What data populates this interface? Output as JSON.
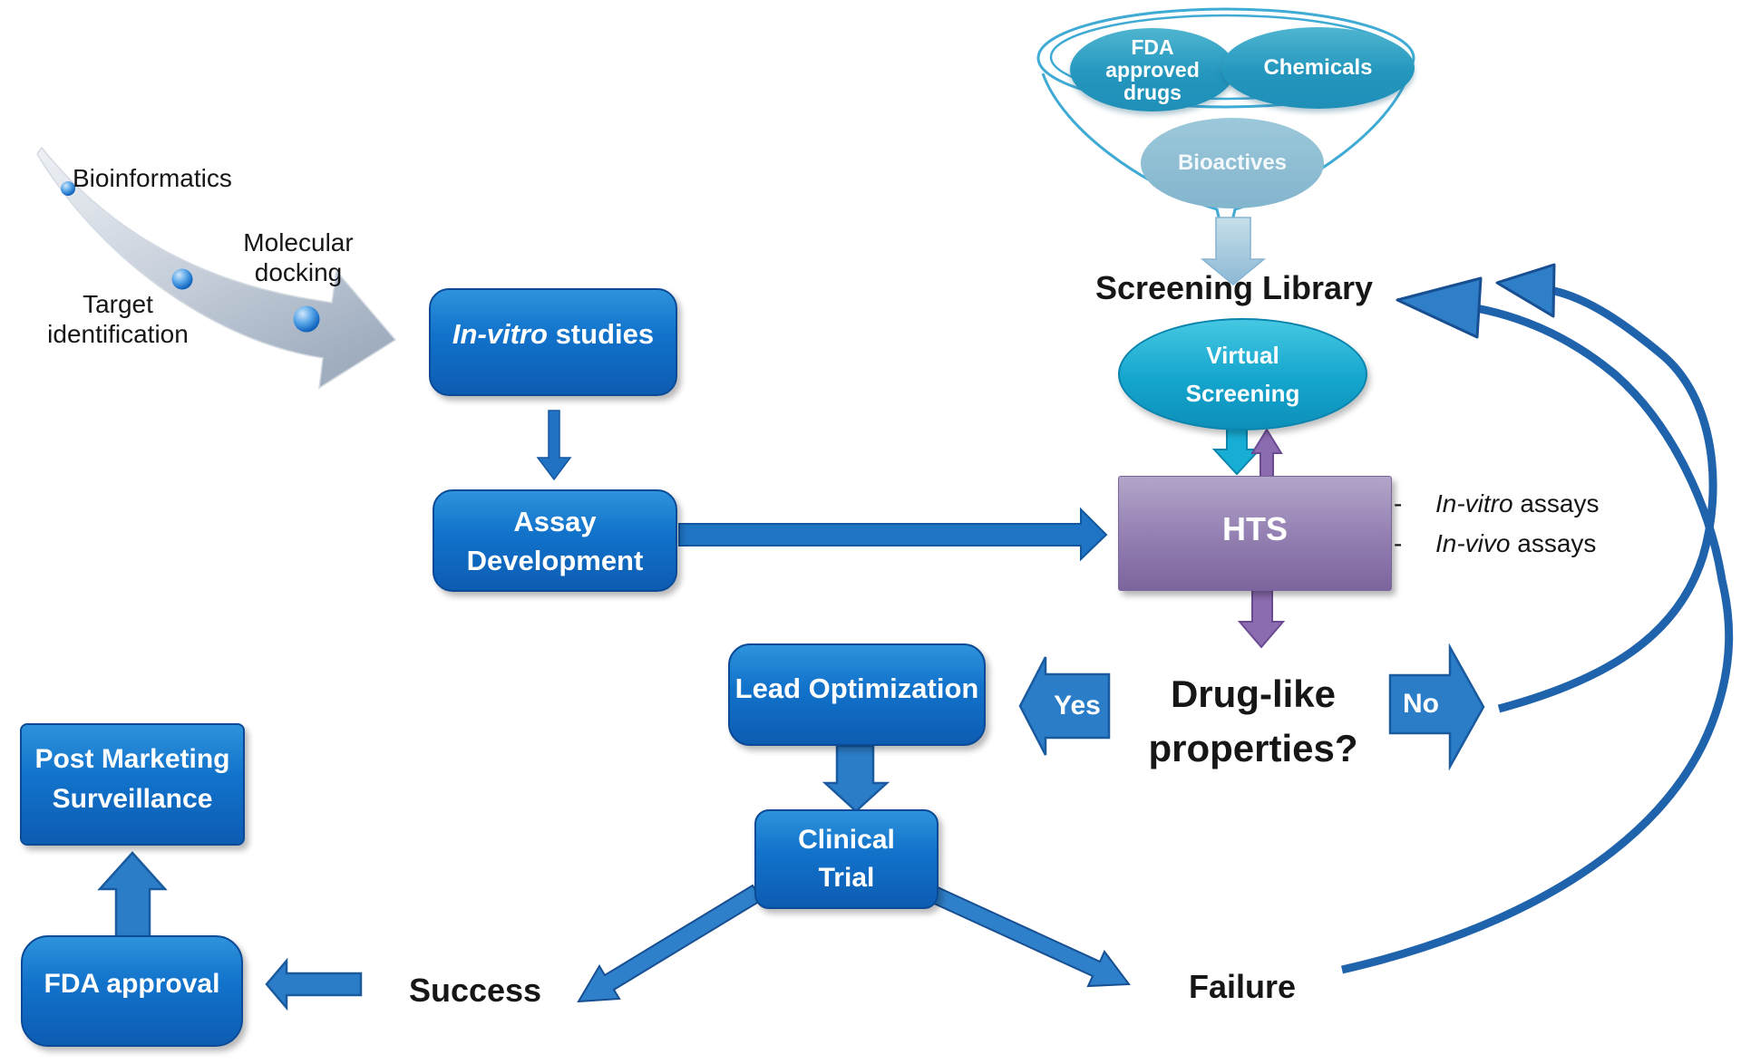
{
  "discovery": {
    "bioinformatics": "Bioinformatics",
    "molecular_docking": [
      "Molecular",
      "docking"
    ],
    "target_identification": [
      "Target",
      "identification"
    ]
  },
  "funnel": {
    "fda_approved_drugs": [
      "FDA",
      "approved",
      "drugs"
    ],
    "chemicals": "Chemicals",
    "bioactives": "Bioactives"
  },
  "screening_library": "Screening Library",
  "virtual_screening": [
    "Virtual",
    "Screening"
  ],
  "hts": "HTS",
  "hts_assays": [
    {
      "dash": "-",
      "italic": "In-vitro",
      "rest": " assays"
    },
    {
      "dash": "-",
      "italic": "In-vivo",
      "rest": " assays"
    }
  ],
  "nodes": {
    "invitro_studies": {
      "italic": "In-vitro",
      "rest": " studies"
    },
    "assay_development": [
      "Assay",
      "Development"
    ],
    "lead_optimization": "Lead Optimization",
    "clinical_trial": [
      "Clinical",
      "Trial"
    ],
    "post_marketing_surveillance": [
      "Post Marketing",
      "Surveillance"
    ],
    "fda_approval": "FDA approval"
  },
  "decision": {
    "question": [
      "Drug-like",
      "properties?"
    ],
    "yes": "Yes",
    "no": "No"
  },
  "outcomes": {
    "success": "Success",
    "failure": "Failure"
  },
  "colors": {
    "node_blue": "#1273cb",
    "node_border": "#0a4a96",
    "arrow_blue": "#2b7dc8",
    "arrow_border": "#1a5a9e",
    "curve_blue": "#2063ad",
    "hts_purple": "#927eb1",
    "purple_arrow": "#8b6cb0",
    "cyan_arrow": "#17aed6",
    "funnel_teal": "#2497be",
    "bioactives_blue": "#8fc0d6",
    "virtual_screening_cyan": "#14a5cd",
    "funnel_outline": "#3fabd4",
    "swoosh_gray": "#c2cbd7",
    "text_black": "#161616",
    "text_white": "#ffffff"
  }
}
